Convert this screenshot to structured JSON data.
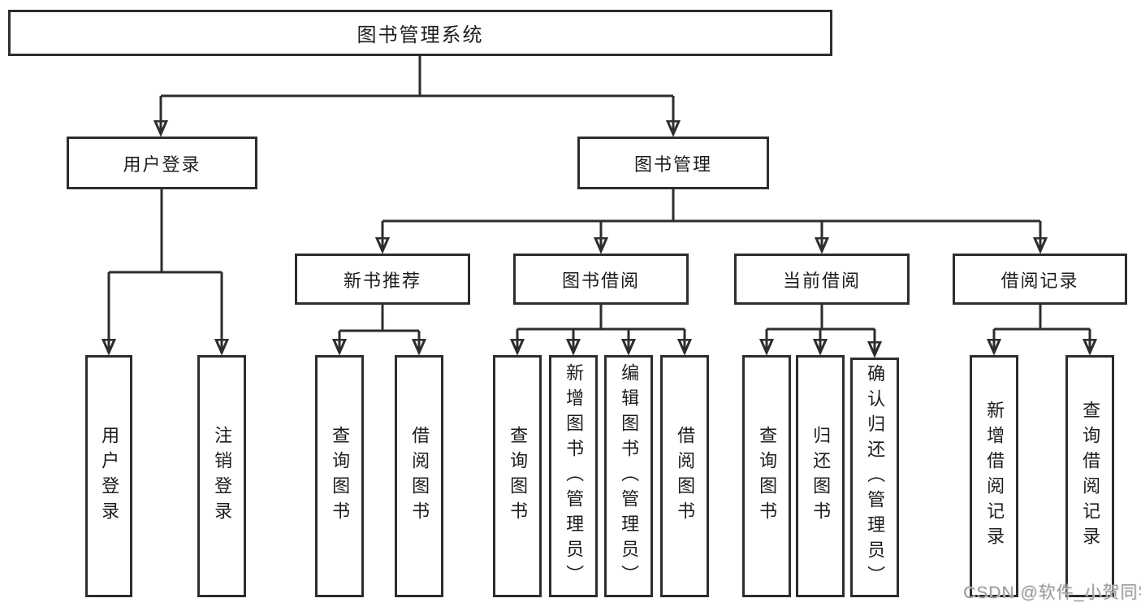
{
  "tree": {
    "root": {
      "label": "图书管理系统"
    },
    "branches": [
      {
        "label": "用户登录",
        "children": [
          {
            "label": "用户登录"
          },
          {
            "label": "注销登录"
          }
        ]
      },
      {
        "label": "图书管理",
        "sections": [
          {
            "label": "新书推荐",
            "children": [
              {
                "label": "查询图书"
              },
              {
                "label": "借阅图书"
              }
            ]
          },
          {
            "label": "图书借阅",
            "children": [
              {
                "label": "查询图书"
              },
              {
                "label": "新增图书（管理员）"
              },
              {
                "label": "编辑图书（管理员）"
              },
              {
                "label": "借阅图书"
              }
            ]
          },
          {
            "label": "当前借阅",
            "children": [
              {
                "label": "查询图书"
              },
              {
                "label": "归还图书"
              },
              {
                "label": "确认归还（管理员）"
              }
            ]
          },
          {
            "label": "借阅记录",
            "children": [
              {
                "label": "新增借阅记录"
              },
              {
                "label": "查询借阅记录"
              }
            ]
          }
        ]
      }
    ]
  },
  "watermark": {
    "text": "CSDN @软件_小贺同学"
  },
  "colors": {
    "line": "#2d2d2d",
    "border": "#2d2d2d",
    "text": "#1d1d1d",
    "watermark": "#9c9c9c",
    "background": "#ffffff"
  }
}
